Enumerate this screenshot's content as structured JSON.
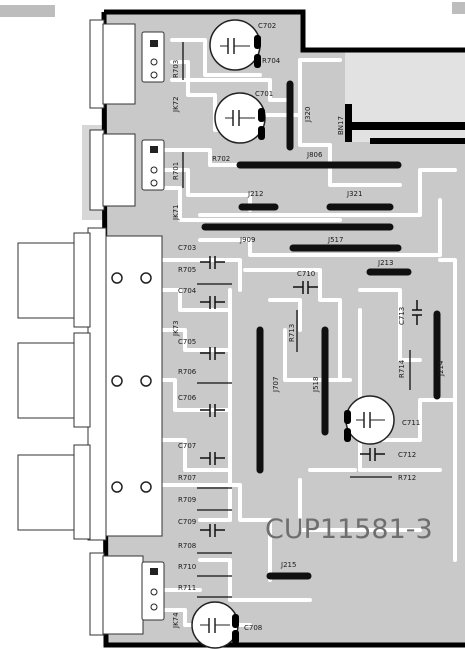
{
  "board": {
    "title": "CUP11581-3",
    "colors": {
      "copper_area": "#c9c9c9",
      "trace": "#ffffff",
      "jumper": "#101010",
      "outline": "#000000",
      "panel": "#d7d7d7",
      "title_text": "#6e6e6e"
    }
  },
  "connectors": {
    "jk72": "JK72",
    "jk71": "JK71",
    "jk73": "JK73",
    "jk74": "JK74",
    "bn17": "BN17"
  },
  "capacitors": {
    "c702": "C702",
    "c701": "C701",
    "c703": "C703",
    "c704": "C704",
    "c705": "C705",
    "c706": "C706",
    "c707": "C707",
    "c709": "C709",
    "c708": "C708",
    "c710": "C710",
    "c711": "C711",
    "c712": "C712",
    "c713": "C713"
  },
  "resistors": {
    "r704": "R704",
    "r703": "R703",
    "r702": "R702",
    "r701": "R701",
    "r705": "R705",
    "r706": "R706",
    "r707": "R707",
    "r709": "R709",
    "r708": "R708",
    "r710": "R710",
    "r711": "R711",
    "r713": "R713",
    "r714": "R714",
    "r712": "R712"
  },
  "jumpers": {
    "j320": "J320",
    "j806": "J806",
    "j212": "J212",
    "j321": "J321",
    "j909": "J909",
    "j517": "J517",
    "j213": "J213",
    "j707": "J707",
    "j518": "J518",
    "j214": "J214",
    "j215": "J215"
  }
}
